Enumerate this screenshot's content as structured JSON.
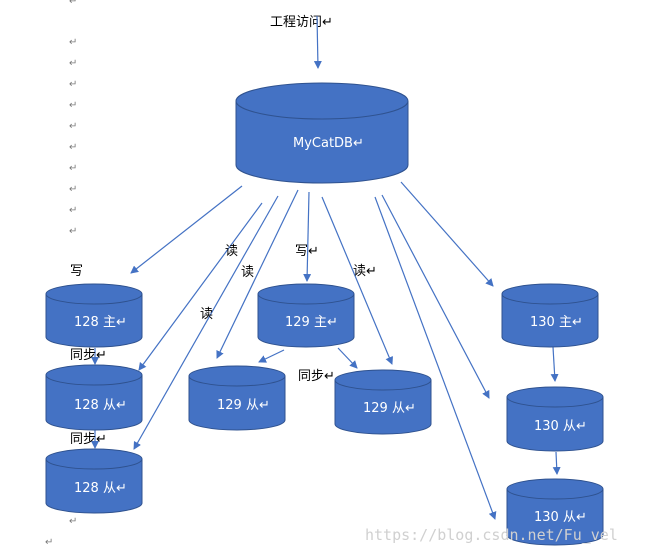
{
  "colors": {
    "cylinder_fill": "#4472C4",
    "cylinder_edge": "#2F528F",
    "arrow": "#4472C4"
  },
  "title": "工程访问↵",
  "paragraph_mark": "↵",
  "nodes": {
    "mycat": "MyCatDB↵",
    "m128": "128 主↵",
    "s128a": "128 从↵",
    "s128b": "128 从↵",
    "m129": "129 主↵",
    "s129a": "129 从↵",
    "s129b": "129 从↵",
    "m130": "130 主↵",
    "s130a": "130 从↵",
    "s130b": "130 从↵"
  },
  "labels": {
    "write_left": "写",
    "read_a": "读",
    "read_b": "读",
    "read_c": "读",
    "write_129": "写↵",
    "read_d": "读↵",
    "sync_128a": "同步↵",
    "sync_128b": "同步↵",
    "sync_129": "同步↵"
  },
  "watermark": "https://blog.csdn.net/Fu_vel"
}
